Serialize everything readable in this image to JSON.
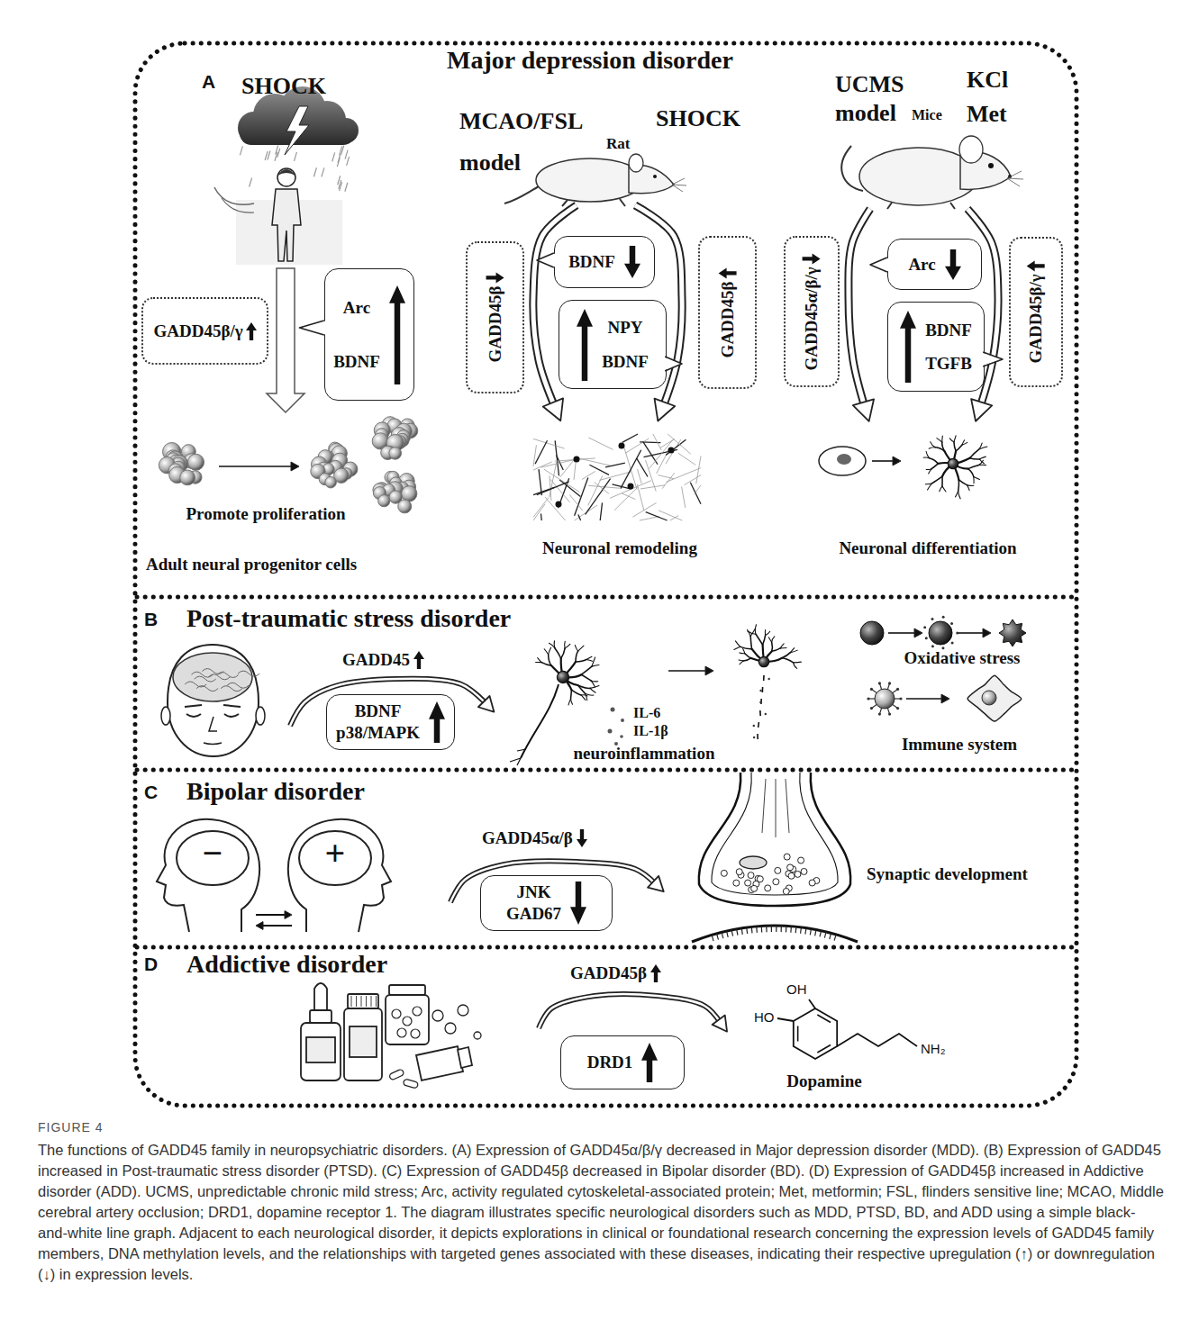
{
  "diagram": {
    "caption": "The functions of GADD45 family in neuropsychiatric disorders. (A) Expression of GADD45α/β/γ decreased in Major depression disorder (MDD). (B) Expression of GADD45 increased in Post-traumatic stress disorder (PTSD). (C) Expression of GADD45β decreased in Bipolar disorder (BD). (D) Expression of GADD45β increased in Addictive disorder (ADD). UCMS, unpredictable chronic mild stress; Arc, activity regulated cytoskeletal-associated protein; Met, metformin; FSL, flinders sensitive line; MCAO, Middle cerebral artery occlusion; DRD1, dopamine receptor 1. The diagram illustrates specific neurological disorders such as MDD, PTSD, BD, and ADD using a simple black-and-white line graph. Adjacent to each neurological disorder, it depicts explorations in clinical or foundational research concerning the expression levels of GADD45 family members, DNA methylation levels, and the relationships with targeted genes associated with these diseases, indicating their respective upregulation (↑) or downregulation (↓) in expression levels.",
    "nodes": [
      {
        "text": [
          "A",
          "Major depression disorder"
        ]
      },
      {
        "text": [
          "GADD45β/γ"
        ],
        "in": 0
      },
      {
        "text": [
          "Arc BDNF"
        ],
        "in": 0
      },
      {
        "text": [
          "GADD45β"
        ],
        "in": 0
      },
      {
        "text": [
          "BDNF"
        ],
        "in": 0
      },
      {
        "text": [
          "NPY BDNF"
        ],
        "in": 0
      },
      {
        "text": [
          "GADD45β"
        ],
        "in": 0
      },
      {
        "text": [
          "GADD45α/β/γ"
        ],
        "in": 0
      },
      {
        "text": [
          "Arc"
        ],
        "in": 0
      },
      {
        "text": [
          "BDNF TGFB"
        ],
        "in": 0
      },
      {
        "text": [
          "GADD45β/γ"
        ],
        "in": 0
      },
      {
        "text": [
          "B",
          "Post-traumatic stress disorder"
        ]
      },
      {
        "text": [
          "BDNF p38/MAPK"
        ],
        "in": 11
      },
      {
        "text": [
          "C",
          "Bipolar disorder"
        ]
      },
      {
        "text": [
          "JNK GAD67"
        ],
        "in": 13
      },
      {
        "text": [
          "D",
          "Addictive disorder"
        ]
      },
      {
        "text": [
          "DRD1"
        ],
        "in": 15
      }
    ],
    "labels": [
      "SHOCK",
      "MCAO/FSL model",
      "SHOCK",
      "Rat",
      "UCMS model",
      "Mice",
      "KCl Met",
      "Promote proliferation",
      "Adult neural progenitor cells",
      "Neuronal remodeling",
      "Neuronal differentiation",
      "GADD45",
      "IL-6",
      "IL-1β",
      "neuroinflammation",
      "Oxidative stress",
      "Immune system",
      "−",
      "+",
      "GADD45α/β",
      "Synaptic development",
      "GADD45β",
      "OH",
      "HO",
      "NH₂",
      "Dopamine",
      "FIGURE 4"
    ]
  }
}
